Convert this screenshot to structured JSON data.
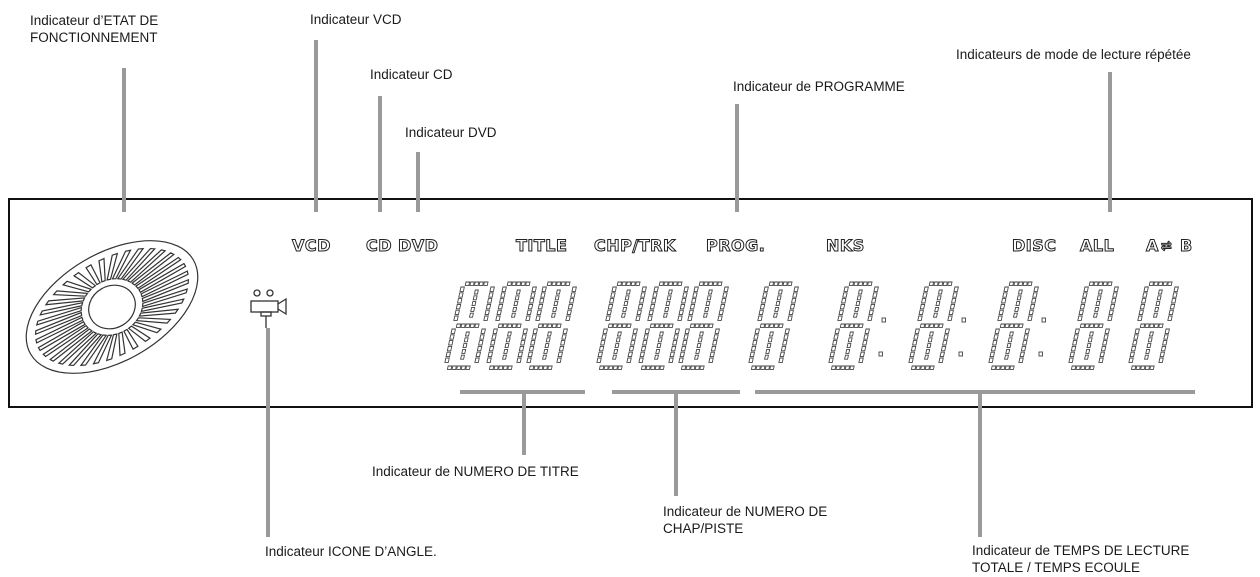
{
  "labels": {
    "operation_state": {
      "line1": "Indicateur d’ETAT DE",
      "line2": "FONCTIONNEMENT"
    },
    "vcd": "Indicateur VCD",
    "cd": "Indicateur CD",
    "dvd": "Indicateur DVD",
    "program": "Indicateur de PROGRAMME",
    "repeat_mode": "Indicateurs de mode de lecture répétée",
    "title_number": "Indicateur de NUMERO DE TITRE",
    "chapter_track": {
      "line1": "Indicateur de NUMERO DE",
      "line2": "CHAP/PISTE"
    },
    "angle_icon": "Indicateur ICONE D’ANGLE.",
    "time": {
      "line1": "Indicateur de TEMPS DE LECTURE",
      "line2": "TOTALE / TEMPS ECOULE"
    }
  },
  "display": {
    "vcd": "VCD",
    "cd": "CD",
    "dvd": "DVD",
    "title": "TITLE",
    "chp_trk": "CHP/TRK",
    "prog": "PROG.",
    "nks": "NKS",
    "disc": "DISC",
    "all": "ALL",
    "ab_a": "A",
    "ab_b": "B"
  },
  "colors": {
    "line": "#111111",
    "leader": "#9a9a9a",
    "segment": "#444444"
  }
}
